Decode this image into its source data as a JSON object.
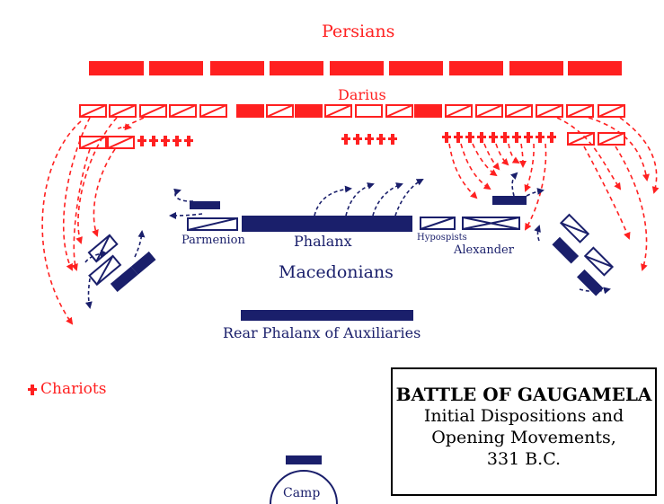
{
  "labels": {
    "persians": "Persians",
    "darius": "Darius",
    "parmenion": "Parmenion",
    "phalanx": "Phalanx",
    "hypaspists": "Hypospists",
    "alexander": "Alexander",
    "macedonians": "Macedonians",
    "rear_phalanx": "Rear Phalanx of Auxiliaries",
    "chariots_legend": "Chariots",
    "camp": "Camp"
  },
  "title_box": {
    "title": "BATTLE OF GAUGAMELA",
    "line1": "Initial Dispositions and",
    "line2": "Opening Movements,",
    "line3": "331 B.C."
  },
  "colors": {
    "persian": "#ff2020",
    "macedonian": "#1a1f6b"
  }
}
